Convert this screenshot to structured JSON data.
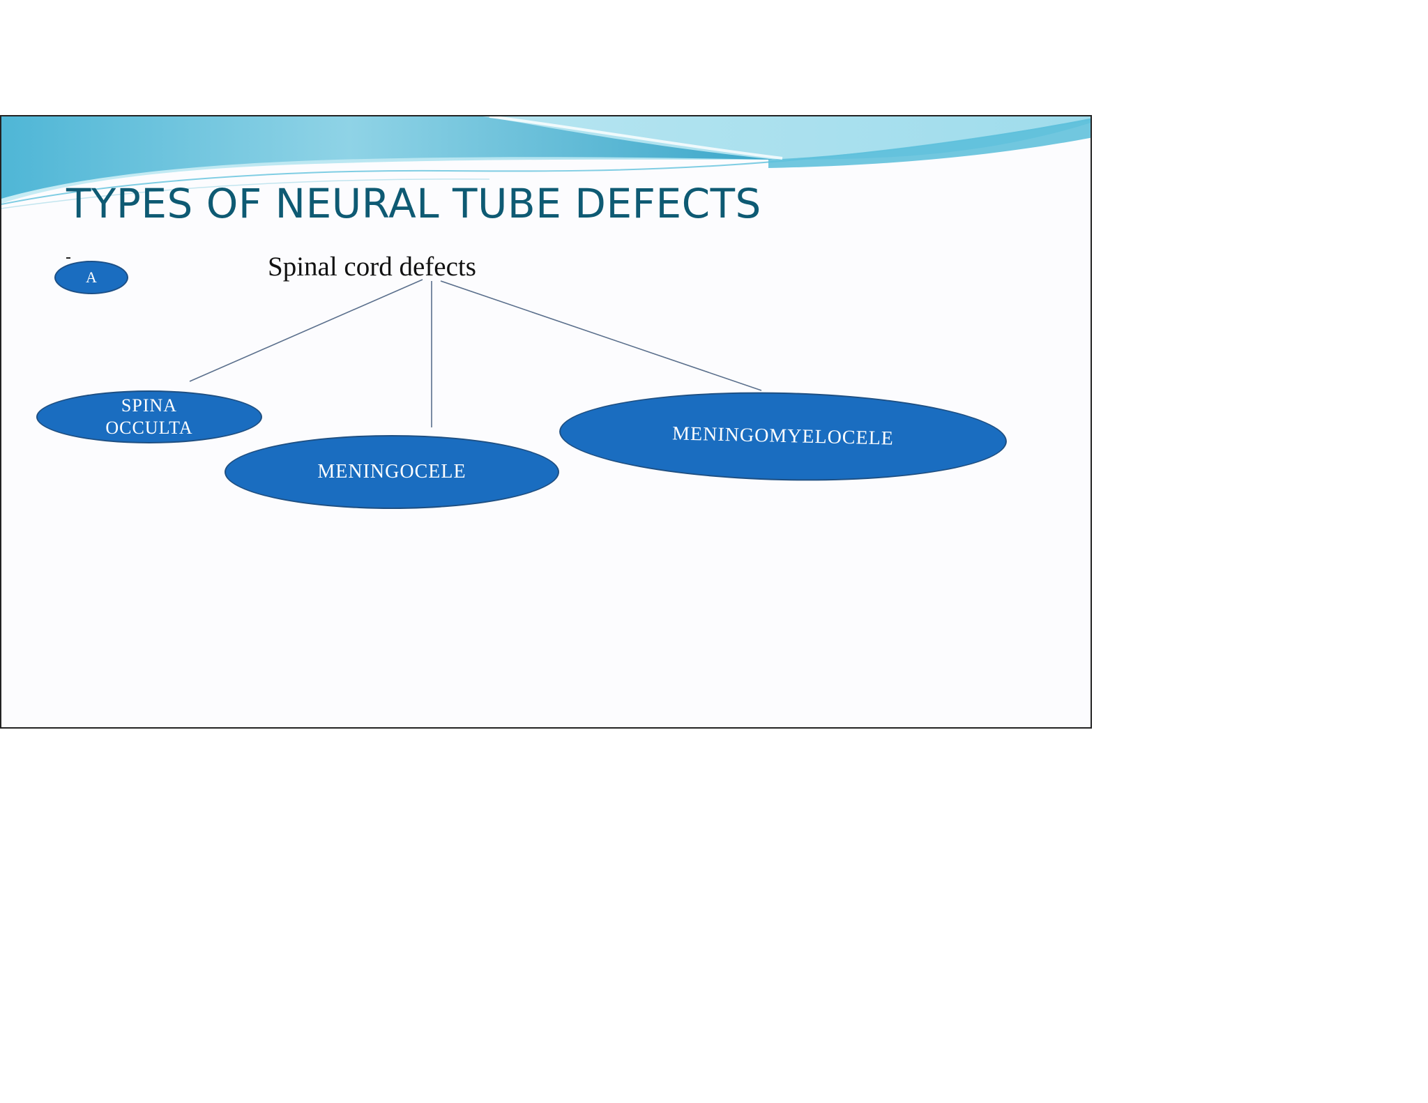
{
  "slide": {
    "title": "TYPES OF NEURAL TUBE DEFECTS",
    "badge": "A",
    "subtitle": "Spinal cord defects"
  },
  "diagram": {
    "root": "Spinal cord defects",
    "children": [
      {
        "label": "SPINA OCCULTA"
      },
      {
        "label": "MENINGOCELE"
      },
      {
        "label": "MENINGOMYELOCELE"
      }
    ]
  },
  "colors": {
    "title": "#0e5a73",
    "node_fill": "#1a6dc0",
    "node_border": "#1e4f82",
    "connector": "#5a6f8c",
    "wave_light": "#b9e4ee",
    "wave_mid": "#6cc5dd",
    "wave_dark": "#3aa6c9"
  }
}
